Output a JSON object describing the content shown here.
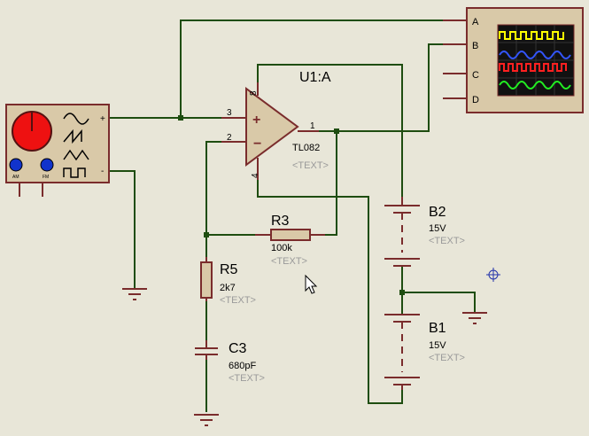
{
  "colors": {
    "background": "#e8e6d8",
    "wire": "#1e4d10",
    "component": "#7a2c2c",
    "component_fill": "#d9c9a8",
    "property_text": "#9a9a9a",
    "scope_screen": "#111111",
    "trace_a": "#ffff00",
    "trace_b": "#3355ff",
    "trace_c": "#ff2020",
    "trace_d": "#22ee22"
  },
  "opamp": {
    "ref": "U1:A",
    "value": "TL082",
    "text": "<TEXT>",
    "pins": {
      "noninv": "3",
      "inv": "2",
      "out": "1",
      "vplus": "8",
      "vminus": "4"
    },
    "plus_sign": "+",
    "minus_sign": "−"
  },
  "r3": {
    "ref": "R3",
    "value": "100k",
    "text": "<TEXT>"
  },
  "r5": {
    "ref": "R5",
    "value": "2k7",
    "text": "<TEXT>"
  },
  "c3": {
    "ref": "C3",
    "value": "680pF",
    "text": "<TEXT>"
  },
  "b2": {
    "ref": "B2",
    "value": "15V",
    "text": "<TEXT>"
  },
  "b1": {
    "ref": "B1",
    "value": "15V",
    "text": "<TEXT>"
  },
  "scope": {
    "channels": [
      "A",
      "B",
      "C",
      "D"
    ],
    "icon": "oscilloscope-icon"
  },
  "generator": {
    "icon": "signal-generator-icon",
    "plus_terminal": "+",
    "minus_terminal": "-",
    "knob_labels": [
      "AM",
      "FM"
    ]
  },
  "cursor": {
    "icon": "mouse-pointer-icon"
  },
  "marker": {
    "icon": "origin-crosshair-icon"
  }
}
